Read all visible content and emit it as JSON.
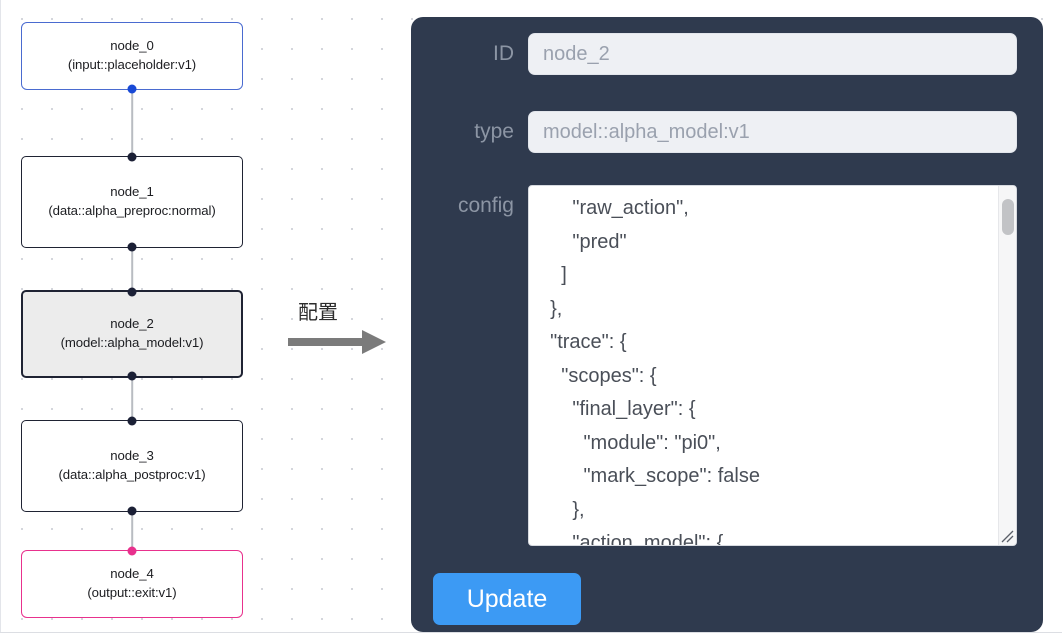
{
  "canvas": {
    "nodes": [
      {
        "name": "node_0",
        "title": "node_0",
        "subtitle": "(input::placeholder:v1)",
        "state": "input"
      },
      {
        "name": "node_1",
        "title": "node_1",
        "subtitle": "(data::alpha_preproc:normal)",
        "state": "default"
      },
      {
        "name": "node_2",
        "title": "node_2",
        "subtitle": "(model::alpha_model:v1)",
        "state": "selected"
      },
      {
        "name": "node_3",
        "title": "node_3",
        "subtitle": "(data::alpha_postproc:v1)",
        "state": "default"
      },
      {
        "name": "node_4",
        "title": "node_4",
        "subtitle": "(output::exit:v1)",
        "state": "output"
      }
    ],
    "colors": {
      "input_border": "#4a6bd0",
      "output_border": "#e8318d",
      "default_border": "#1f2333",
      "selected_fill": "#ececec",
      "edge": "#b9bcc2",
      "handle": "#1b2036"
    }
  },
  "annotation": {
    "label": "配置",
    "arrow": "right-arrow"
  },
  "panel": {
    "background_color": "#2f3a4e",
    "fields": [
      {
        "label": "ID",
        "value": "node_2"
      },
      {
        "label": "type",
        "value": "model::alpha_model:v1"
      }
    ],
    "config": {
      "label": "config",
      "value": "      \"raw_action\",\n      \"pred\"\n    ]\n  },\n  \"trace\": {\n    \"scopes\": {\n      \"final_layer\": {\n        \"module\": \"pi0\",\n        \"mark_scope\": false\n      },\n      \"action_model\": {",
      "scrollbar": "vertical-scrollbar",
      "resize_handle": "resize-grip"
    },
    "update_label": "Update",
    "update_color": "#3c9af4"
  }
}
